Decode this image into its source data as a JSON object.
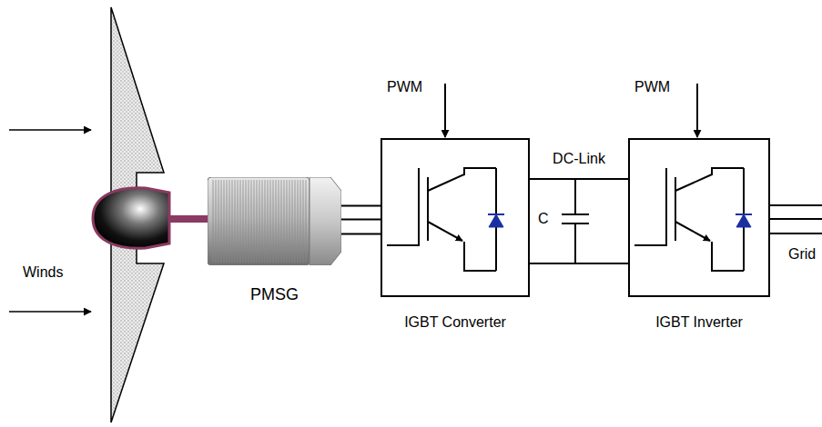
{
  "diagram": {
    "nodes": [
      {
        "text": [
          "PMSG"
        ]
      },
      {
        "text": [
          "IGBT Converter"
        ]
      },
      {
        "text": [
          "IGBT Inverter"
        ]
      }
    ],
    "edges": [
      {
        "from": 0,
        "to": 1,
        "arrow": "none"
      },
      {
        "from": 1,
        "to": 2,
        "label": "DC-Link",
        "arrow": "none"
      }
    ],
    "labels": [
      "PWM",
      "PWM",
      "C",
      "Winds",
      "Grid"
    ]
  }
}
